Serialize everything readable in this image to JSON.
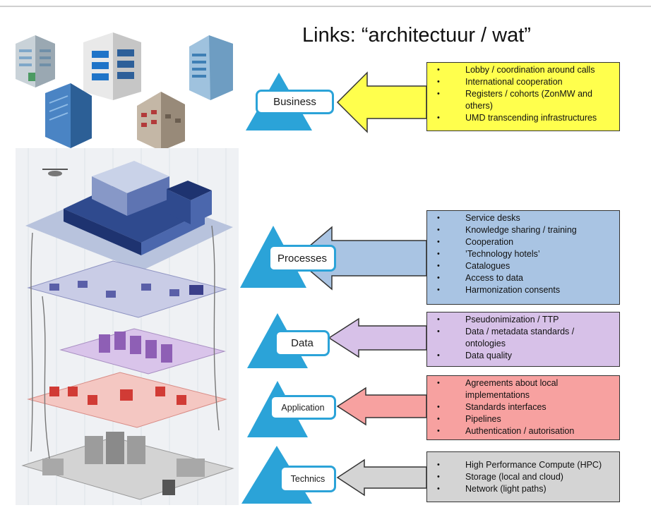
{
  "title": "Links: “architectuur / wat”",
  "layers": [
    {
      "label": "Business",
      "color": "#ffff4d",
      "items": [
        "Lobby / coordination around calls",
        "International cooperation",
        "Registers / cohorts (ZonMW and others)",
        "UMD transcending infrastructures"
      ]
    },
    {
      "label": "Processes",
      "color": "#a9c4e3",
      "items": [
        "Service desks",
        "Knowledge sharing / training",
        "Cooperation",
        "’Technology hotels’",
        "Catalogues",
        "Access to data",
        "Harmonization consents"
      ]
    },
    {
      "label": "Data",
      "color": "#d7c1e8",
      "items": [
        "Pseudonimization / TTP",
        "Data / metadata standards / ontologies",
        "Data quality"
      ]
    },
    {
      "label": "Application",
      "color": "#f7a1a0",
      "items": [
        "Agreements about local implementations",
        "Standards interfaces",
        "Pipelines",
        "Authentication / autorisation"
      ]
    },
    {
      "label": "Technics",
      "color": "#d4d4d4",
      "items": [
        "High Performance Compute (HPC)",
        "Storage (local and cloud)",
        "Network (light paths)"
      ]
    }
  ],
  "triangle_color": "#2ba3d8"
}
